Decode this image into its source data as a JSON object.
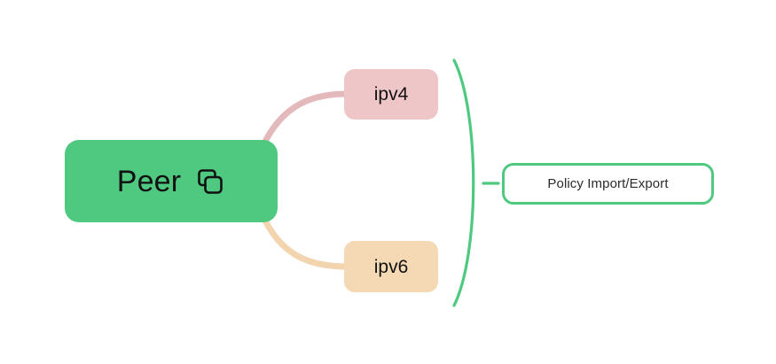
{
  "diagram": {
    "type": "mind-map",
    "background_color": "#ffffff",
    "root": {
      "id": "peer",
      "label": "Peer",
      "icon": "duplicate-icon",
      "fill_color": "#4fc97f",
      "text_color": "#111111"
    },
    "children": [
      {
        "id": "ipv4",
        "label": "ipv4",
        "fill_color": "#efc6c8",
        "edge_color": "#e3b9bb",
        "text_color": "#111111"
      },
      {
        "id": "ipv6",
        "label": "ipv6",
        "fill_color": "#f4d9b4",
        "edge_color": "#f2d5af",
        "text_color": "#111111"
      }
    ],
    "grouping": {
      "brace_color": "#4fc97f",
      "connector_color": "#4fc97f"
    },
    "annotation": {
      "id": "policy",
      "label": "Policy Import/Export",
      "border_color": "#4fc97f",
      "fill_color": "#ffffff",
      "text_color": "#2b2b2b"
    }
  }
}
